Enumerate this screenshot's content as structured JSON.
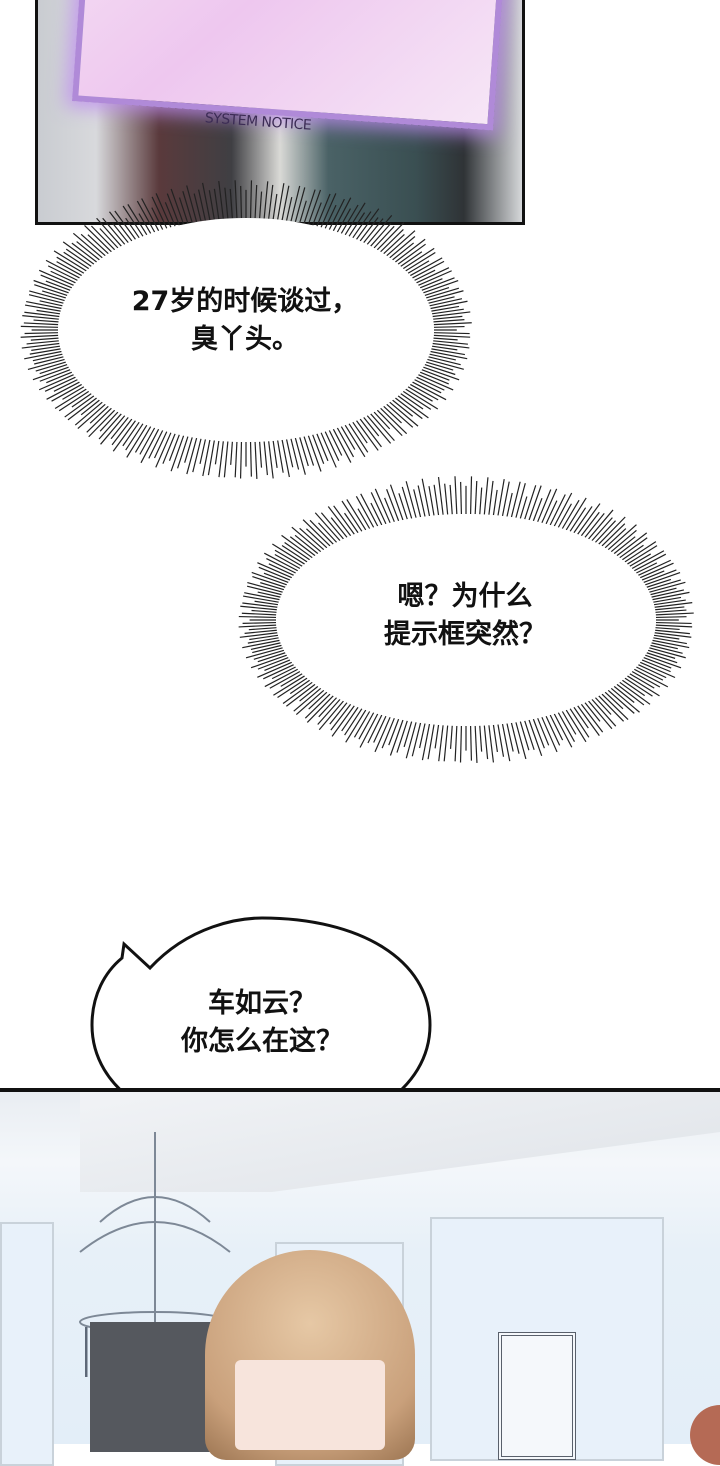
{
  "panel_top": {
    "notice_label": "SYSTEM NOTICE",
    "notice_color": "#b08ad8"
  },
  "bubbles": [
    {
      "type": "burst",
      "lines": [
        "27岁的时候谈过，",
        "臭丫头。"
      ]
    },
    {
      "type": "burst",
      "lines": [
        "嗯？为什么",
        "提示框突然？"
      ]
    },
    {
      "type": "speech",
      "lines": [
        "车如云？",
        "你怎么在这？"
      ]
    }
  ]
}
